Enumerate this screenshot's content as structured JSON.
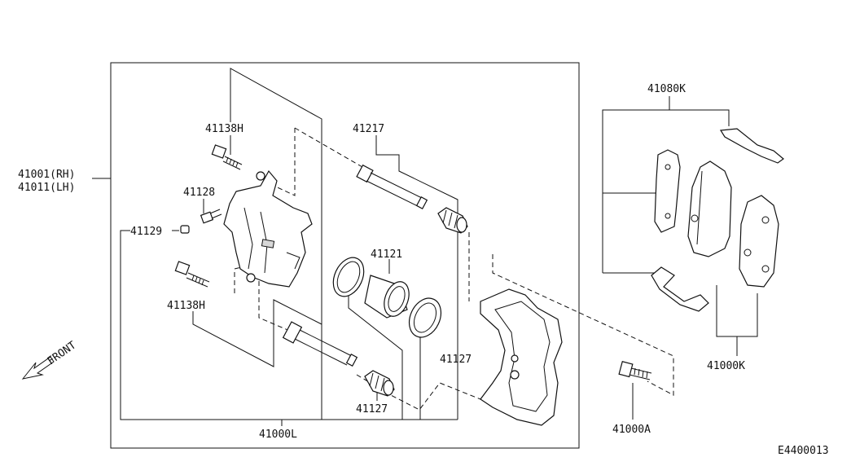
{
  "labels": {
    "caliper_rh": "41001(RH)",
    "caliper_lh": "41011(LH)",
    "bolt_top": "41138H",
    "bolt_bottom": "41138H",
    "bleeder": "41128",
    "cap": "41129",
    "pin_top": "41217",
    "piston": "41121",
    "boot_right": "41127",
    "boot_bottom": "41127",
    "assembly": "41000L",
    "pad_kit": "41080K",
    "pad_set": "41000K",
    "mount_bolt": "41000A",
    "front": "FRONT",
    "figure_code": "E4400013"
  }
}
